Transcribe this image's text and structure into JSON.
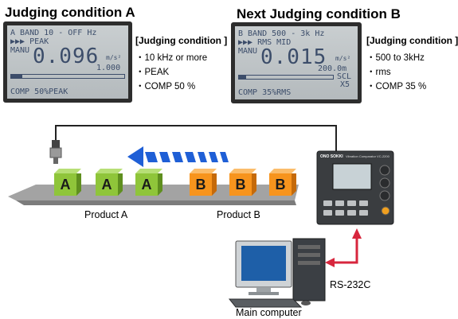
{
  "condition_a": {
    "title": "Judging condition A",
    "lcd": {
      "band_line": "A BAND   10 - OFF Hz",
      "mode_line": "▶▶▶ PEAK",
      "manu": "MANU",
      "value": "0.096",
      "unit": "m/s²",
      "limit": "1.000",
      "comp": "COMP 50%PEAK",
      "bar_fill": 0.1
    },
    "spec_title": "[Judging condition ]",
    "spec_items": [
      "・10 kHz or more",
      "・PEAK",
      "・COMP 50 %"
    ]
  },
  "condition_b": {
    "title": "Next Judging condition B",
    "lcd": {
      "band_line": "B BAND   500 -  3k Hz",
      "mode_line": "▶▶▶ RMS MID",
      "manu": "MANU",
      "value": "0.015",
      "unit": "m/s²",
      "limit": "200.0m",
      "scl": "SCL",
      "x5": "X5",
      "comp": "COMP 35%RMS",
      "bar_fill": 0.08
    },
    "spec_title": "[Judging condition ]",
    "spec_items": [
      "・500 to 3kHz",
      "・rms",
      "・COMP 35 %"
    ]
  },
  "product_a_label": "Product A",
  "product_b_label": "Product B",
  "cube_a_letter": "A",
  "cube_b_letter": "B",
  "device": {
    "brand": "ONO SOKKI",
    "model": "Vibration Comparator VC-2200"
  },
  "rs232c_label": "RS-232C",
  "computer_label": "Main computer",
  "colors": {
    "product_a": "#8fc53a",
    "product_b": "#f7941d",
    "conveyor": "#9a9a9a",
    "flow_arrow": "#1f5fd6",
    "rs232c_arrow": "#d7263d"
  }
}
